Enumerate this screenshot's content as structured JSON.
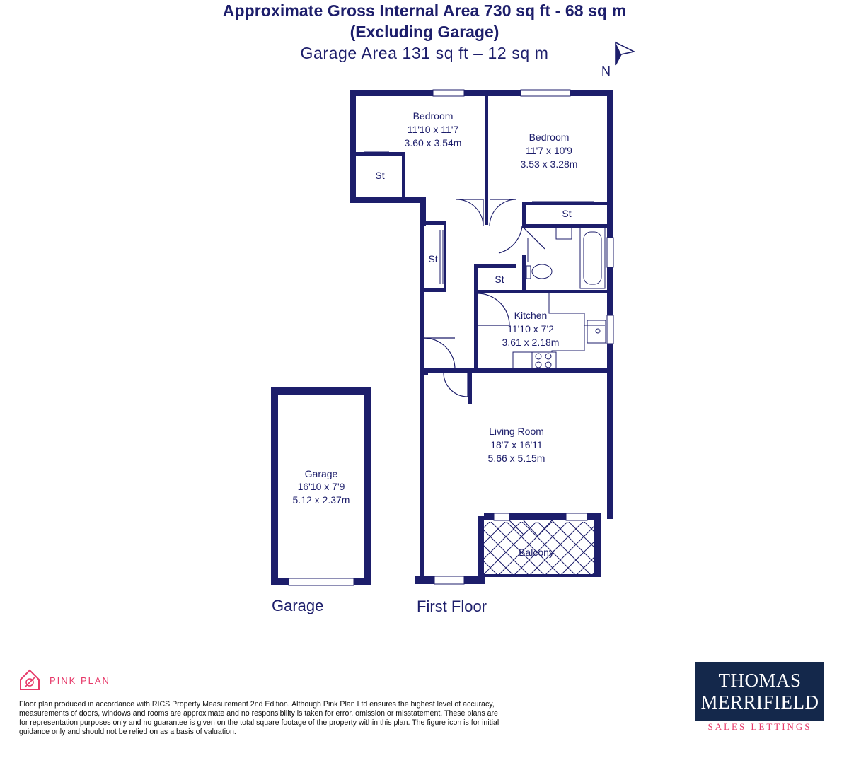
{
  "header": {
    "line1": "Approximate Gross Internal Area 730 sq ft - 68 sq m",
    "line2": "(Excluding Garage)",
    "line3": "Garage Area 131 sq ft – 12 sq m"
  },
  "compass": {
    "label": "N"
  },
  "rooms": {
    "bedroom1": {
      "name": "Bedroom",
      "imperial": "11'10 x 11'7",
      "metric": "3.60 x 3.54m"
    },
    "bedroom2": {
      "name": "Bedroom",
      "imperial": "11'7 x 10'9",
      "metric": "3.53 x 3.28m"
    },
    "kitchen": {
      "name": "Kitchen",
      "imperial": "11'10 x 7'2",
      "metric": "3.61 x 2.18m"
    },
    "living": {
      "name": "Living Room",
      "imperial": "18'7 x 16'11",
      "metric": "5.66 x 5.15m"
    },
    "garage": {
      "name": "Garage",
      "imperial": "16'10 x 7'9",
      "metric": "5.12 x 2.37m"
    },
    "balcony": {
      "name": "Balcony"
    },
    "storage_label": "St"
  },
  "floors": {
    "garage": "Garage",
    "first": "First Floor"
  },
  "footer": {
    "pinkplan": "PINK PLAN",
    "disclaimer": "Floor plan produced in accordance with RICS Property Measurement 2nd Edition. Although Pink Plan Ltd ensures the highest level of accuracy, measurements of doors, windows and rooms are approximate and no responsibility is taken for error, omission or misstatement. These plans are for representation purposes only and no guarantee is given on the total square footage of the property within this plan. The figure icon is for initial guidance only and should not be relied on as a basis of valuation.",
    "brand_line1": "THOMAS",
    "brand_line2": "MERRIFIELD",
    "brand_sub": "SALES LETTINGS"
  },
  "colors": {
    "wall": "#1d1e6b",
    "pinkplan": "#e73a6a",
    "brand_bg": "#14284b"
  }
}
